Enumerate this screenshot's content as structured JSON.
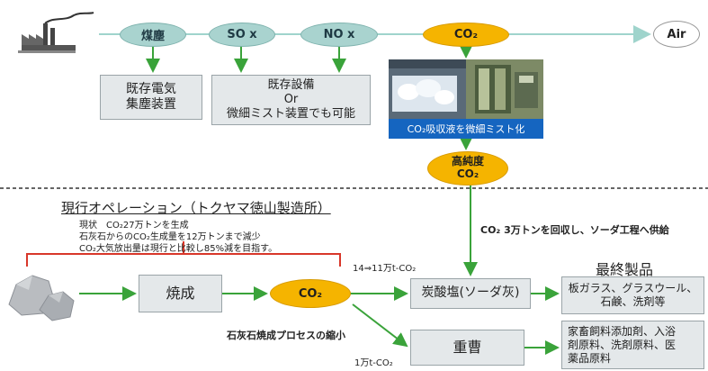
{
  "colors": {
    "accent_green": "#3aa33a",
    "gold": "#f5b400",
    "teal_ellipse": "#a9d3cf",
    "gray_box": "#e4e8ea",
    "caption_blue": "#1565c0",
    "red_bracket": "#d8372a"
  },
  "top_flow": {
    "nodes": [
      "煤塵",
      "SO x",
      "NO x",
      "CO₂",
      "Air"
    ],
    "box_electro": [
      "既存電気",
      "集塵装置"
    ],
    "box_equipment": [
      "既存設備",
      "Or",
      "微細ミスト装置でも可能"
    ],
    "photo_caption": "CO₂吸収液を微細ミスト化",
    "high_purity": [
      "高純度",
      "CO₂"
    ],
    "supply_note": "CO₂ 3万トンを回収し、ソーダ工程へ供給"
  },
  "operation": {
    "title": "現行オペレーション（トクヤマ徳山製造所）",
    "lines": [
      "現状　CO₂27万トンを生成",
      "石灰石からのCO₂生成量を12万トンまで減少",
      "CO₂大気放出量は現行と比較し85%減を目指す。"
    ]
  },
  "bottom_flow": {
    "calcination": "焼成",
    "co2": "CO₂",
    "reduction_label": "14⇒11万t-CO₂",
    "shrink_note": "石灰石焼成プロセスの縮小",
    "small_label": "1万t-CO₂",
    "soda_ash": "炭酸塩(ソーダ灰)",
    "bicarbonate": "重曹",
    "final_products_title": "最終製品",
    "product_1": [
      "板ガラス、グラスウール、",
      "石鹸、洗剤等"
    ],
    "product_2": [
      "家畜飼料添加剤、入浴",
      "剤原料、洗剤原料、医",
      "薬品原料"
    ]
  }
}
